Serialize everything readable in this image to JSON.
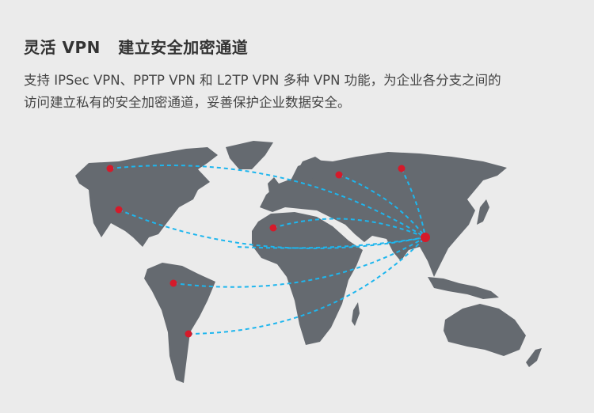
{
  "header": {
    "title": "灵活 VPN   建立安全加密通道"
  },
  "description": {
    "line1": "支持 IPSec VPN、PPTP VPN 和 L2TP VPN 多种 VPN 功能，为企业各分支之间的",
    "line2": "访问建立私有的安全加密通道，妥善保护企业数据安全。"
  },
  "colors": {
    "background": "#ebebeb",
    "land": "#656a70",
    "link": "#1eb6ee",
    "node": "#d51a2a"
  },
  "icons": [
    "world-map",
    "location-dot",
    "dashed-vpn-link"
  ]
}
